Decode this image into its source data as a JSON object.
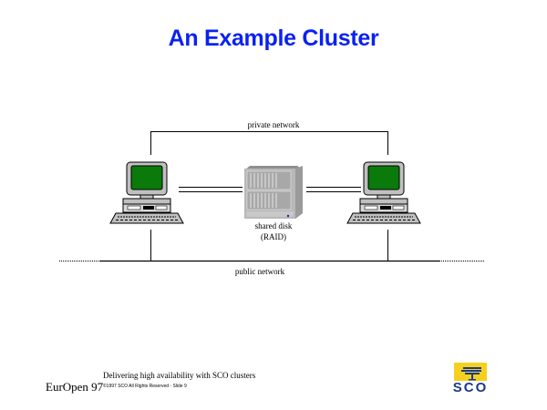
{
  "slide": {
    "title": "An Example Cluster"
  },
  "diagram": {
    "nodes": [
      {
        "id": "node-left",
        "type": "workstation",
        "icon": "computer-icon"
      },
      {
        "id": "node-right",
        "type": "workstation",
        "icon": "computer-icon"
      },
      {
        "id": "shared-disk",
        "type": "storage",
        "icon": "raid-cabinet-icon",
        "label_line1": "shared disk",
        "label_line2": "(RAID)"
      }
    ],
    "networks": {
      "private": {
        "label": "private network"
      },
      "public": {
        "label": "public network"
      }
    },
    "colors": {
      "screen": "#0a7a0a",
      "monitor_body": "#c0c0c0",
      "line": "#000000"
    }
  },
  "footer": {
    "event": "EurOpen 97",
    "tagline": "Delivering high availability with SCO clusters",
    "copyright": "©1997 SCO All Rights Reserved - Slide 9",
    "logo_text": "SCO",
    "logo_color": "#f5d11e"
  }
}
